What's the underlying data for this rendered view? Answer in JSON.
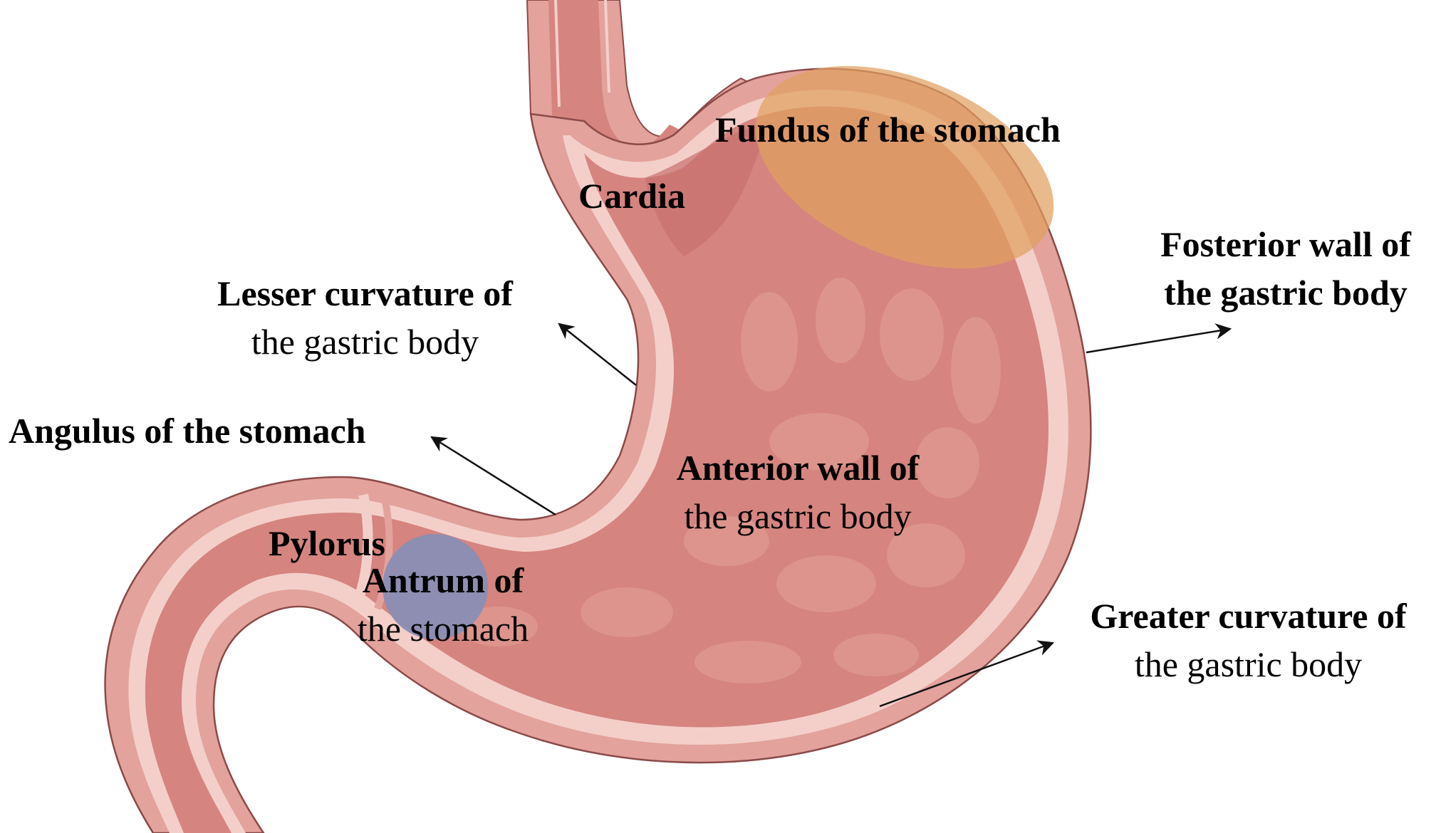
{
  "figure": {
    "subject": "Anatomy of the stomach",
    "colors": {
      "outer_wall": "#e3a29c",
      "wall_stroke": "#8a4a48",
      "wall_light_band": "#f4cfc9",
      "mucosa": "#d5847f",
      "mucosa_dark": "#c8706f",
      "fold_highlight": "#df9891",
      "fundus_highlight": "#e0a060",
      "antrum_highlight": "#8a8db5",
      "arrow": "#111111",
      "text": "#000000",
      "background": "#ffffff"
    }
  },
  "labels": {
    "fundus": {
      "bold": "Fundus of the stomach"
    },
    "cardia": {
      "bold": "Cardia"
    },
    "posterior_wall": {
      "bold": "Fosterior wall of",
      "bold2": "the gastric body"
    },
    "lesser_curvature": {
      "bold": "Lesser curvature of",
      "normal": "the gastric body"
    },
    "angulus": {
      "bold": "Angulus of the stomach"
    },
    "anterior_wall": {
      "bold": "Anterior wall of",
      "normal": "the gastric body"
    },
    "pylorus": {
      "bold": "Pylorus"
    },
    "antrum": {
      "bold": "Antrum of",
      "normal": "the stomach"
    },
    "greater_curvature": {
      "bold": "Greater curvature of",
      "normal": "the gastric body"
    }
  }
}
